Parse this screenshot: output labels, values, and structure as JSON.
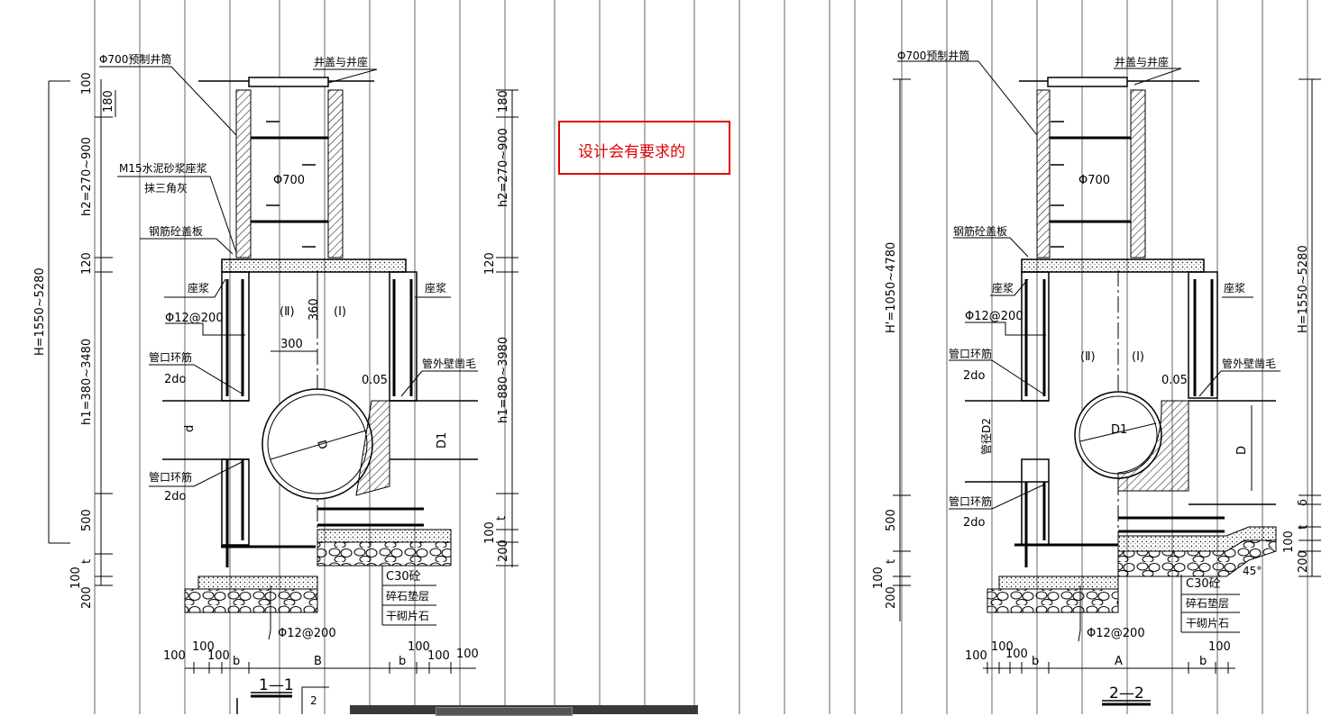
{
  "colors": {
    "note": "#e00000",
    "line": "#000000",
    "background": "#ffffff"
  },
  "note": {
    "text": "设计会有要求的"
  },
  "left_section": {
    "shaft_label": "Φ700预制井筒",
    "cover_label": "井盖与井座",
    "mortar_label": "M15水泥砂浆座浆",
    "triangle_label": "抹三角灰",
    "slab_label": "钢筋砼盖板",
    "seat_left": "座浆",
    "seat_right": "座浆",
    "rebar_top": "Φ12@200",
    "pipe_ring_top": "管口环筋",
    "pipe_ring_top_dim": "2do",
    "pipe_ring_bottom": "管口环筋",
    "pipe_ring_bottom_dim": "2do",
    "outer_wall": "管外壁凿毛",
    "slope": "0.05",
    "dia_700": "Φ700",
    "zone_2": "(Ⅱ)",
    "zone_1": "(Ⅰ)",
    "dim_360": "360",
    "dim_300": "300",
    "pipe_d": "d",
    "pipe_D": "D",
    "pipe_D1": "D1",
    "concrete": "C30砼",
    "gravel": "碎石垫层",
    "rubble": "干砌片石",
    "rebar_bottom": "Φ12@200",
    "left_dims": {
      "d100": "100",
      "d180": "180",
      "h2": "h2=270~900",
      "d120": "120",
      "H": "H=1550~5280",
      "h1": "h1=380~3480",
      "d500": "500",
      "d100b": "100",
      "t": "t",
      "d200": "200"
    },
    "right_dims": {
      "d180": "180",
      "h2": "h2=270~900",
      "d120": "120",
      "h1": "h1=880~3980",
      "t": "t",
      "d100": "100",
      "d200": "200"
    },
    "bottom_dims": [
      "100",
      "100",
      "100",
      "b",
      "B",
      "b",
      "100",
      "100",
      "100"
    ],
    "title": "1—1",
    "ref": "2"
  },
  "right_section": {
    "shaft_label": "Φ700预制井筒",
    "cover_label": "井盖与井座",
    "slab_label": "钢筋砼盖板",
    "seat_left": "座浆",
    "seat_right": "座浆",
    "rebar_top": "Φ12@200",
    "pipe_ring_top": "管口环筋",
    "pipe_ring_top_dim": "2do",
    "pipe_ring_bottom": "管口环筋",
    "pipe_ring_bottom_dim": "2do",
    "outer_wall": "管外壁凿毛",
    "slope": "0.05",
    "dia_700": "Φ700",
    "zone_2": "(Ⅱ)",
    "zone_1": "(Ⅰ)",
    "pipe_D2": "管径D2",
    "pipe_D1": "D1",
    "pipe_D": "D",
    "concrete": "C30砼",
    "gravel": "碎石垫层",
    "rubble": "干砌片石",
    "rebar_bottom": "Φ12@200",
    "angle": "45°",
    "left_dims": {
      "H": "H'=1050~4780",
      "d500": "500",
      "t": "t",
      "d100": "100",
      "d200": "200"
    },
    "right_dims": {
      "H": "H=1550~5280",
      "delta": "δ",
      "t": "t",
      "d100": "100",
      "d200": "200"
    },
    "bottom_dims": [
      "100",
      "100",
      "100",
      "b",
      "A",
      "b",
      "100"
    ],
    "title": "2—2"
  }
}
